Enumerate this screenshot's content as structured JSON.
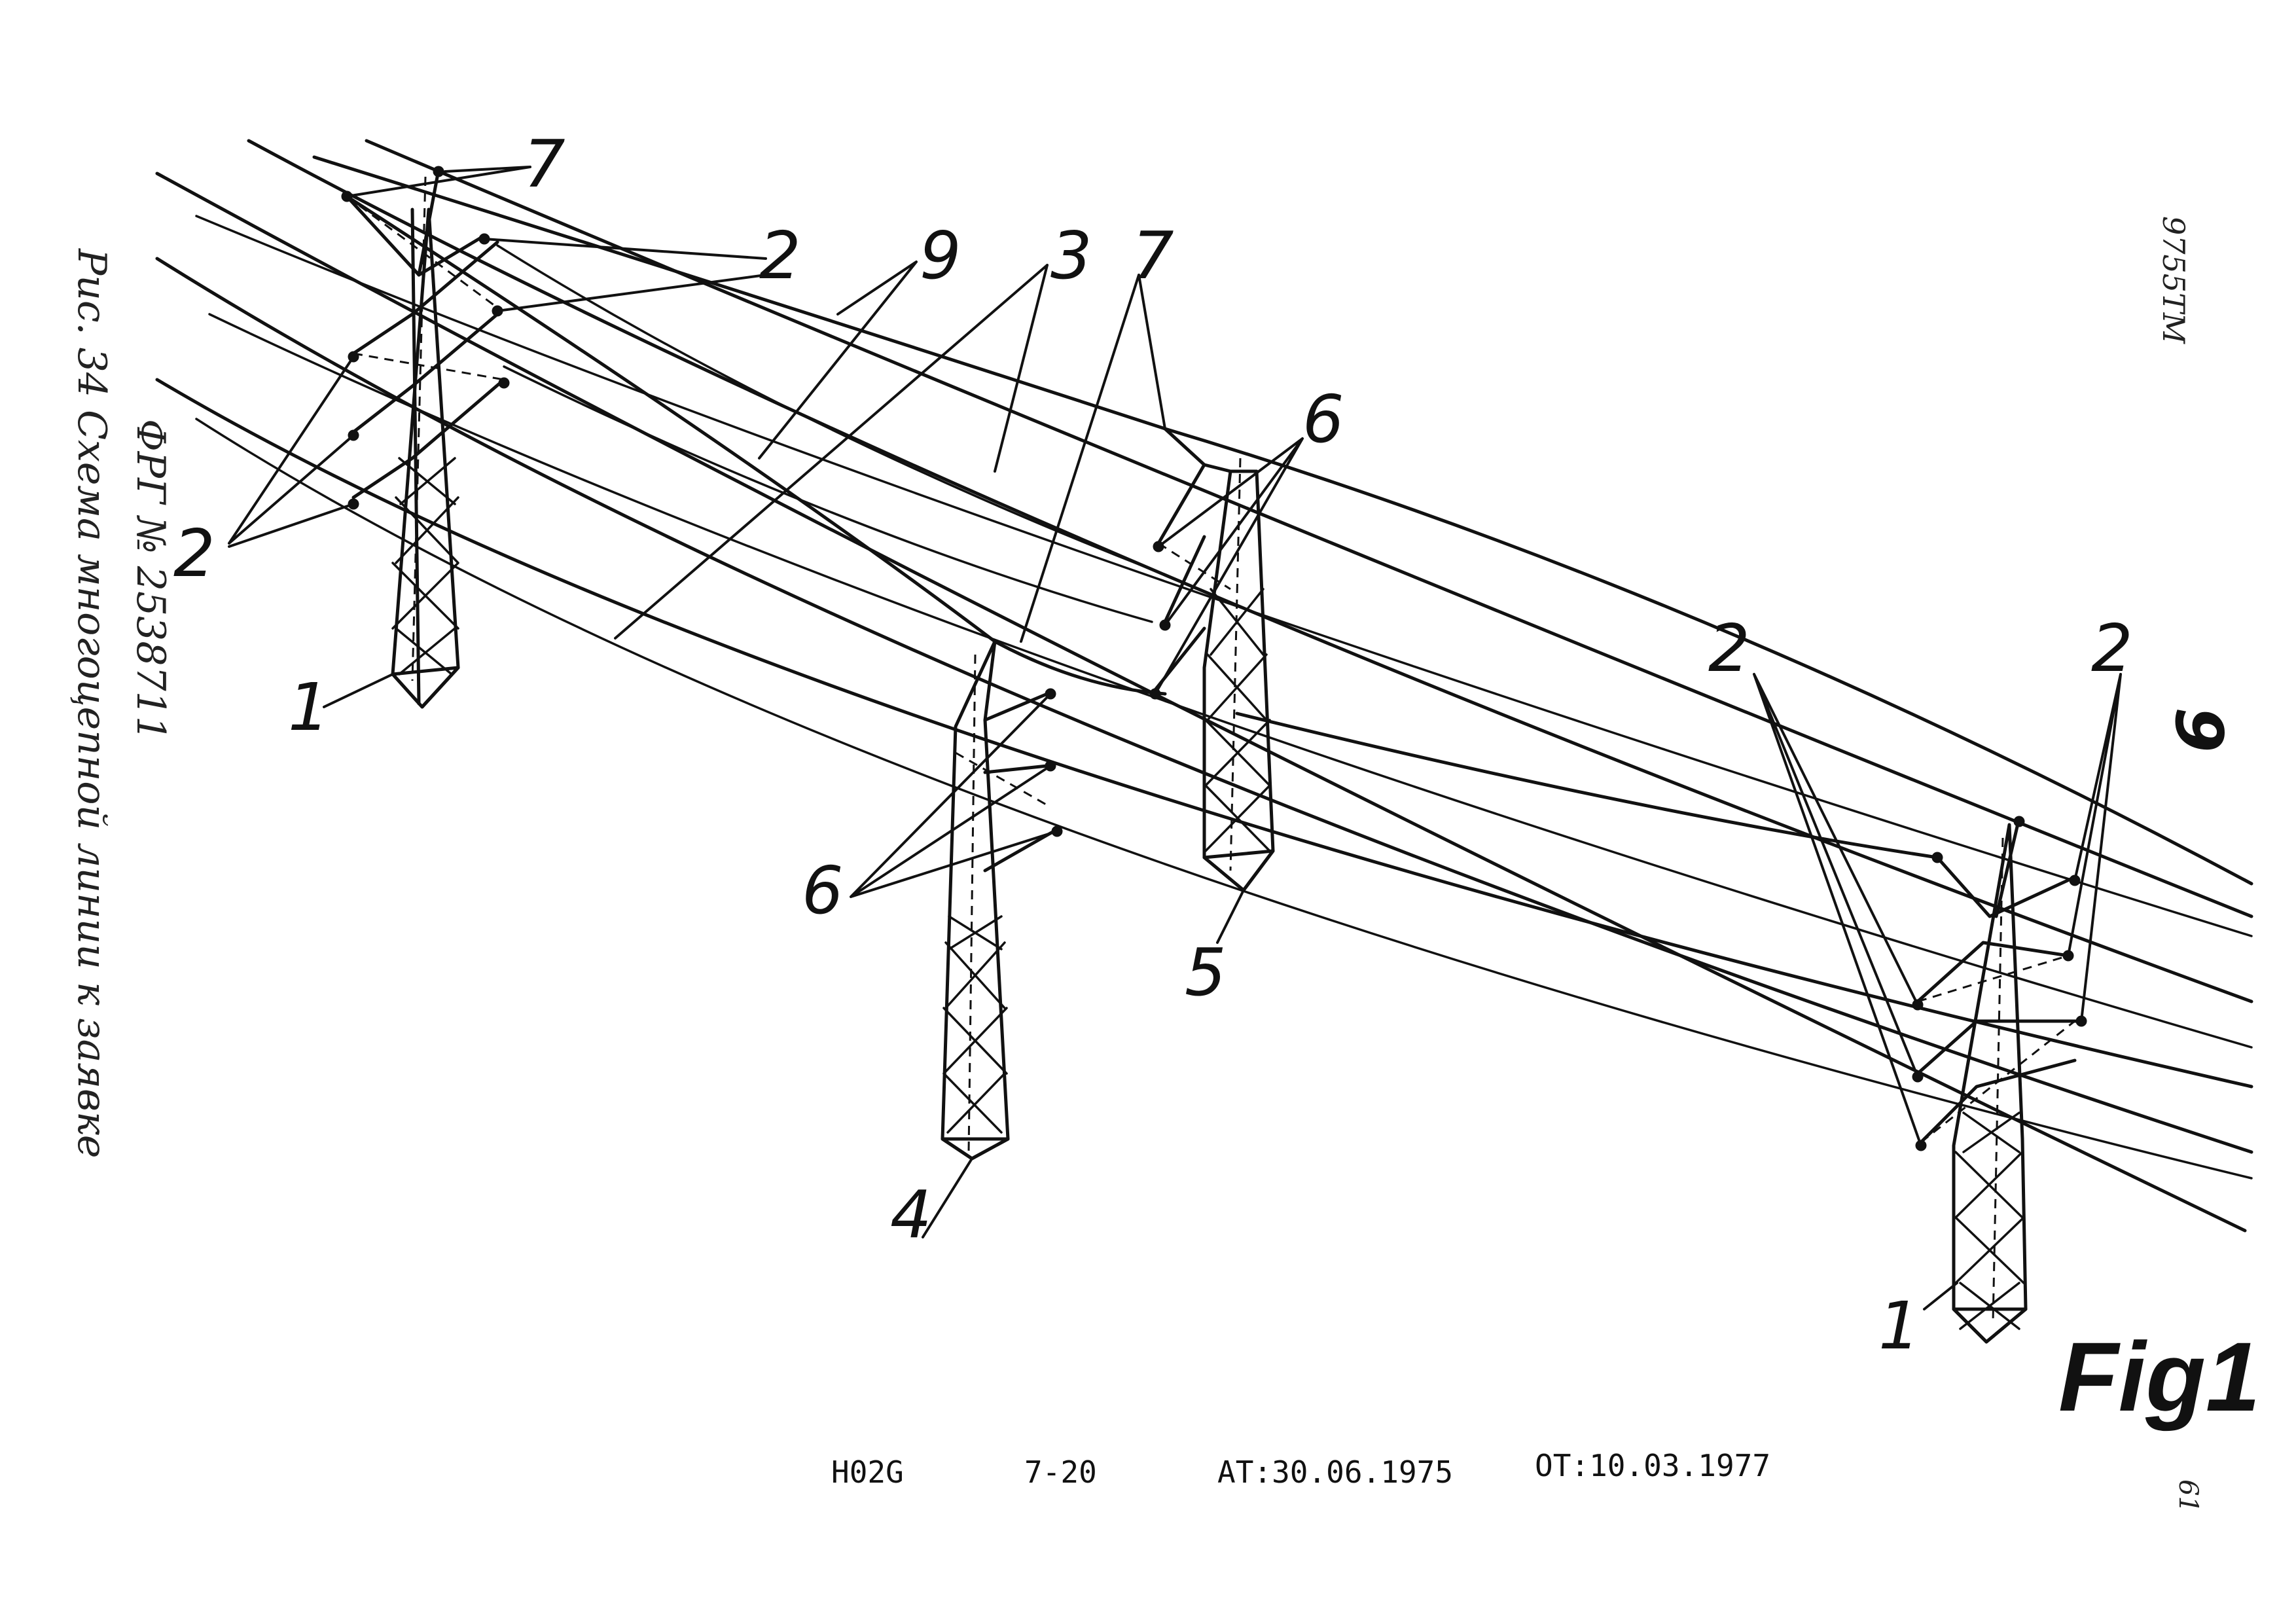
{
  "drawing": {
    "figure_label": "Fig1",
    "part_numbers": {
      "support_tower": "1",
      "insulator": "2",
      "conductor": "3",
      "tower_4": "4",
      "tower_5": "5",
      "insulator_6": "6",
      "ground_wire": "7",
      "line_9": "9"
    }
  },
  "margin_notes": {
    "handwritten_line1": "Рис. 34 Схема многоцепной линии к заявке",
    "handwritten_line2": "ФРГ № 2538711",
    "stamp_top_right": "9755ТМ",
    "stamp_right": "9",
    "page_number": "61"
  },
  "footer": {
    "class_code": "H02G",
    "group": "7-20",
    "filed": "AT:30.06.1975",
    "published": "OT:10.03.1977"
  }
}
